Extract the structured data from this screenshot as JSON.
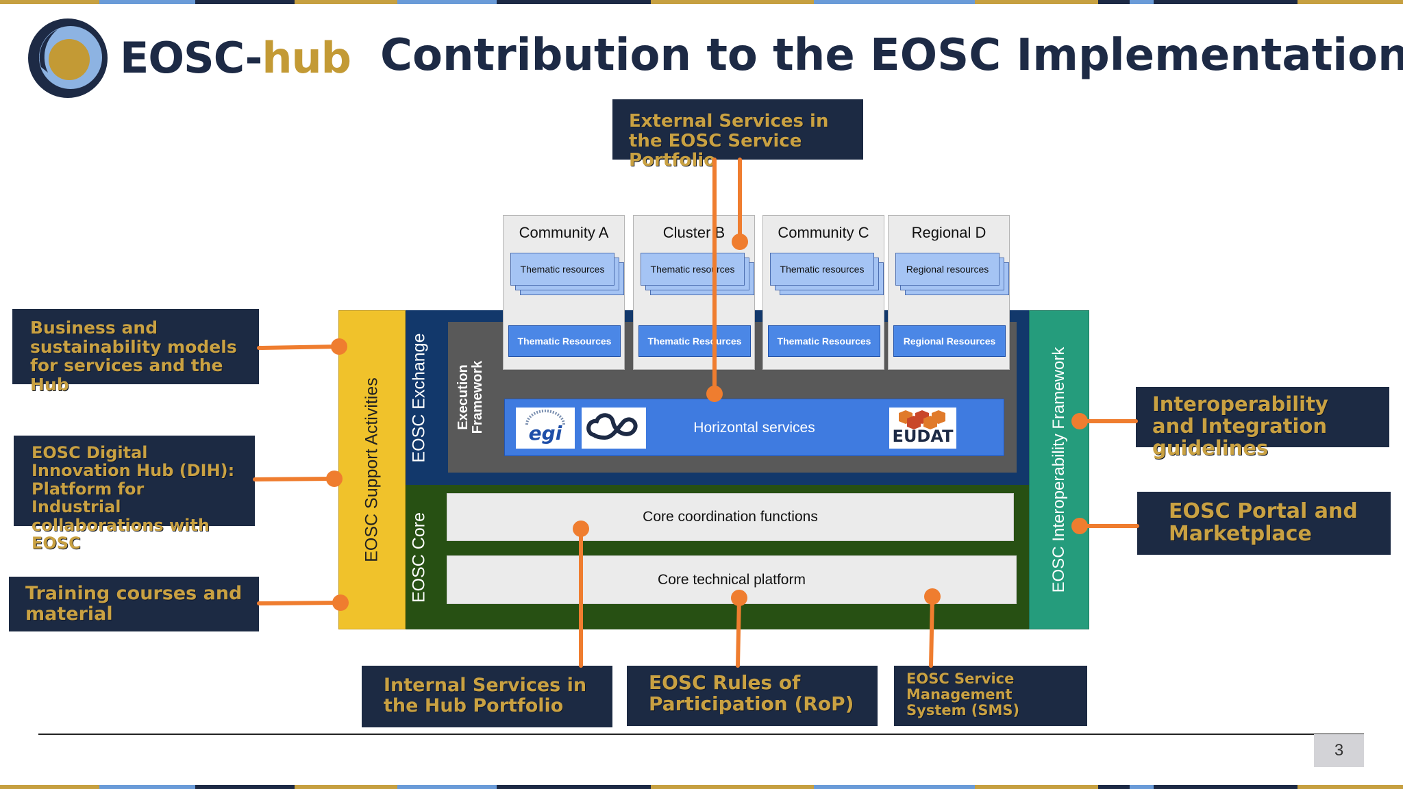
{
  "brand": {
    "name_part1": "EOSC-",
    "name_part2": "hub"
  },
  "title": "Contribution to the EOSC Implementation",
  "top_callout": "External Services in the EOSC Service Portfolio",
  "communities": [
    {
      "name": "Community A",
      "paper": "Thematic resources",
      "resource": "Thematic Resources"
    },
    {
      "name": "Cluster B",
      "paper": "Thematic resources",
      "resource": "Thematic Resources"
    },
    {
      "name": "Community C",
      "paper": "Thematic resources",
      "resource": "Thematic Resources"
    },
    {
      "name": "Regional D",
      "paper": "Regional resources",
      "resource": "Regional Resources"
    }
  ],
  "layers": {
    "support": "EOSC Support Activities",
    "exchange": "EOSC Exchange",
    "execution": "Execution Framework",
    "core": "EOSC Core",
    "interop": "EOSC Interoperability Framework"
  },
  "horizontal": {
    "label": "Horizontal services",
    "logo_left": "egi",
    "logo_right": "EUDAT"
  },
  "core_functions": [
    "Core coordination functions",
    "Core technical platform"
  ],
  "left_callouts": [
    "Business and sustainability models for services and the Hub",
    "EOSC Digital Innovation Hub (DIH): Platform for Industrial collaborations with EOSC",
    "Training courses and material"
  ],
  "right_callouts": [
    "Interoperability and Integration guidelines",
    "EOSC Portal and Marketplace"
  ],
  "bottom_callouts": [
    "Internal Services in the Hub Portfolio",
    "EOSC Rules of Participation (RoP)",
    "EOSC Service Management System (SMS)"
  ],
  "page_number": "3",
  "colors": {
    "navy": "#1c2a43",
    "gold": "#c9a142",
    "orange": "#ef7d2f",
    "support_yellow": "#f0c22b",
    "exchange_blue": "#12386b",
    "core_green": "#275013",
    "interop_teal": "#259c7c",
    "horizontal_blue": "#3f7be0"
  }
}
